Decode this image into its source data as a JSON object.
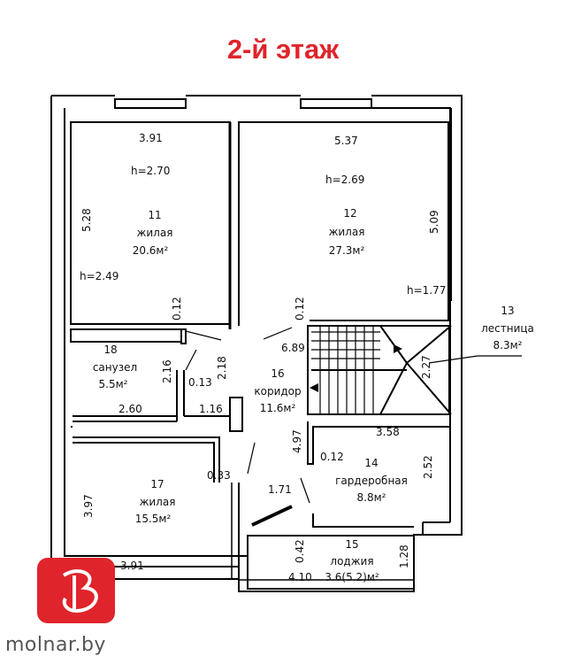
{
  "title": "2-й этаж",
  "brand": {
    "name": "molnar.by",
    "accent": "#e0242b"
  },
  "rooms": [
    {
      "id": "11",
      "type": "жилая",
      "area": "20.6м²"
    },
    {
      "id": "12",
      "type": "жилая",
      "area": "27.3м²"
    },
    {
      "id": "13",
      "type": "лестница",
      "area": "8.3м²"
    },
    {
      "id": "14",
      "type": "гардеробная",
      "area": "8.8м²"
    },
    {
      "id": "15",
      "type": "лоджия",
      "area": "3.6(5.2)м²"
    },
    {
      "id": "16",
      "type": "коридор",
      "area": "11.6м²"
    },
    {
      "id": "17",
      "type": "жилая",
      "area": "15.5м²"
    },
    {
      "id": "18",
      "type": "санузел",
      "area": "5.5м²"
    }
  ],
  "dims": {
    "r11_w": "3.91",
    "r11_h_top": "h=2.70",
    "r11_side": "5.28",
    "r11_h_low": "h=2.49",
    "r12_w": "5.37",
    "r12_h": "h=2.69",
    "r12_side": "5.09",
    "r12_h_low": "h=1.77",
    "wall_r11": "0.12",
    "wall_r12": "0.12",
    "stair_len": "6.89",
    "stair_w": "2.27",
    "r18_side": "2.16",
    "r18_w": "2.60",
    "wall_018": "0.13",
    "cor_218": "2.18",
    "cor_116": "1.16",
    "cor_497": "4.97",
    "r14_w": "3.58",
    "r14_side": "2.52",
    "r14_wall": "0.12",
    "r17_wall": "0.33",
    "r17_side": "3.97",
    "r17_w": "3.91",
    "cor_171": "1.71",
    "r15_wall": "0.42",
    "r15_w": "4.10",
    "r15_side": "1.28"
  }
}
